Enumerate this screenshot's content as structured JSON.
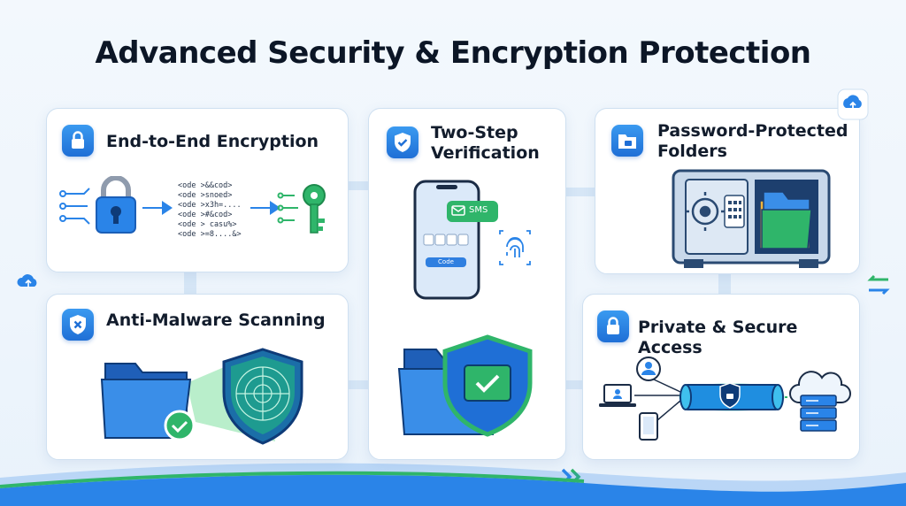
{
  "title": "Advanced Security & Encryption Protection",
  "cards": {
    "encryption": {
      "title": "End-to-End Encryption",
      "code_lines": [
        "<ode >&&cod>",
        "<ode >snoed>",
        "<ode >x3h=....",
        "<ode >#&cod>",
        "<ode > casu%>",
        "<ode >=8....&>"
      ]
    },
    "two_step": {
      "title_line1": "Two-Step",
      "title_line2": "Verification",
      "sms_label": "SMS",
      "code_button": "Code"
    },
    "folders": {
      "title_line1": "Password-Protected",
      "title_line2": "Folders"
    },
    "malware": {
      "title": "Anti-Malware Scanning"
    },
    "access": {
      "title": "Private & Secure Access"
    }
  },
  "colors": {
    "primary_blue": "#2a84e8",
    "accent_green": "#2fb56a",
    "card_border": "#cfe0f1",
    "background": "#f0f6fc"
  },
  "icons": [
    "lock-icon",
    "shield-check-icon",
    "folder-icon",
    "shield-x-icon",
    "cloud-upload-icon",
    "key-icon",
    "fingerprint-icon",
    "safe-icon",
    "laptop-icon",
    "user-icon",
    "tablet-icon",
    "server-icon",
    "sync-arrows-icon",
    "forward-chevrons-icon"
  ]
}
